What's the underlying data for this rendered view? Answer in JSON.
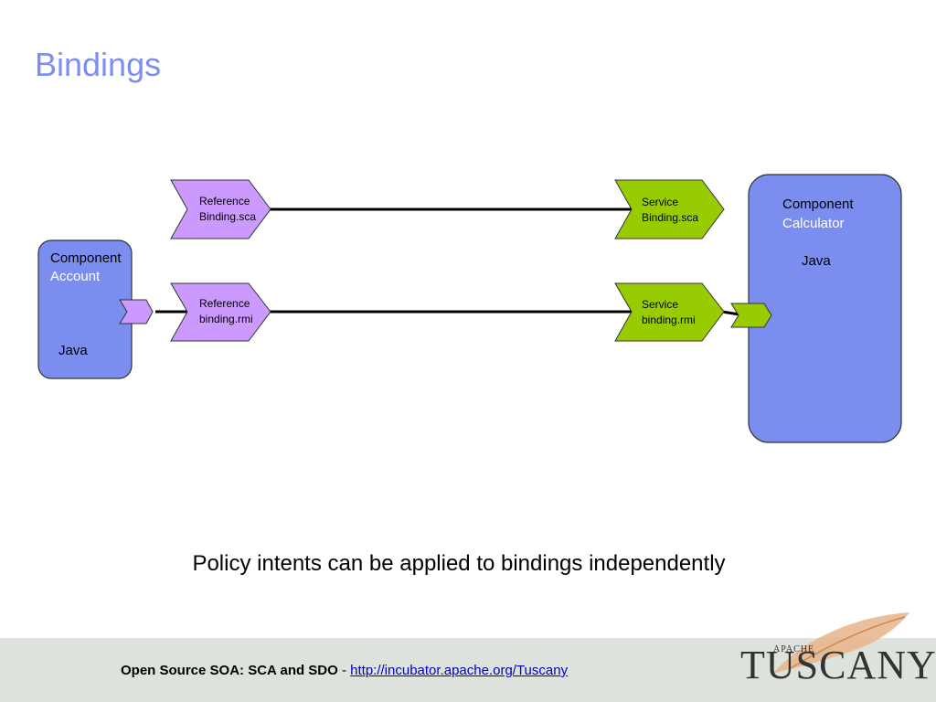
{
  "slide": {
    "title": "Bindings"
  },
  "components": {
    "account": {
      "heading": "Component",
      "name": "Account",
      "language": "Java"
    },
    "calculator": {
      "heading": "Component",
      "name": "Calculator",
      "language": "Java"
    }
  },
  "bindings": {
    "reference_sca": {
      "line1": "Reference",
      "line2": "Binding.sca"
    },
    "reference_rmi": {
      "line1": "Reference",
      "line2": "binding.rmi"
    },
    "service_sca": {
      "line1": "Service",
      "line2": "Binding.sca"
    },
    "service_rmi": {
      "line1": "Service",
      "line2": "binding.rmi"
    }
  },
  "caption": "Policy intents can be applied to bindings independently",
  "footer": {
    "title": "Open Source SOA: SCA and SDO",
    "separator": " - ",
    "link": "http://incubator.apache.org/Tuscany"
  },
  "logo": {
    "small_text": "APACHE",
    "big_text": "TUSCANY"
  },
  "colors": {
    "title": "#7d8ef0",
    "component_fill": "#7b8ef0",
    "reference_fill": "#cc99ff",
    "service_fill": "#99cc00",
    "footer_band": "#dde2dd",
    "link": "#0000cc"
  }
}
